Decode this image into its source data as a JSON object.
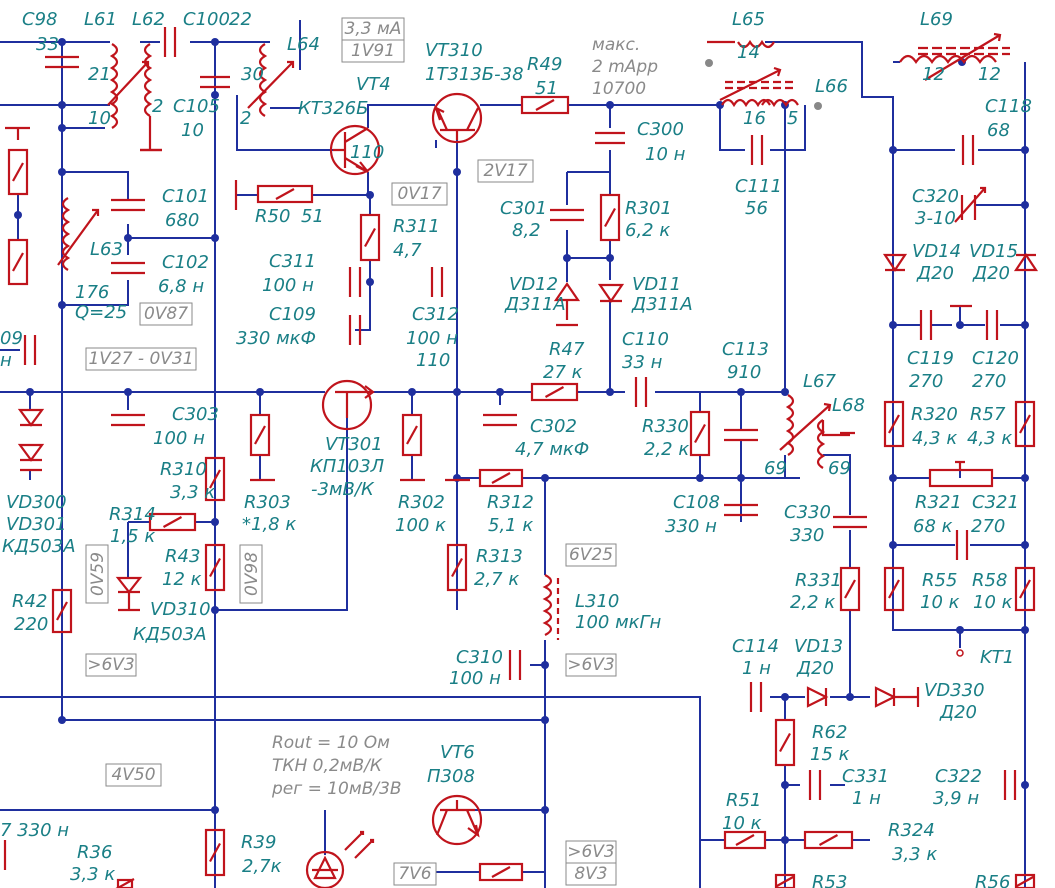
{
  "colors": {
    "wire": "#1f2f9e",
    "component": "#c0141c",
    "label": "#1a7f86",
    "annotation": "#8a8a8a"
  },
  "notes": [
    "макс.",
    "2 mApp",
    "10700",
    "Rout = 10 Ом",
    "ТКН 0,2мВ/К",
    "рег = 10мВ/3В"
  ],
  "labels": [
    "C98",
    "33",
    "L61",
    "L62",
    "C100",
    "22",
    "L64",
    "21",
    "2",
    "30",
    "10",
    "C105",
    "10",
    "2",
    "VT4",
    "КТ326Б",
    "110",
    "VT310",
    "1Т313Б-38",
    "R49",
    "51",
    "L65",
    "14",
    "L66",
    "16",
    "5",
    "L69",
    "12",
    "12",
    "C118",
    "68",
    "C300",
    "10 н",
    "C111",
    "56",
    "C101",
    "680",
    "L63",
    "C102",
    "6,8 н",
    "176",
    "Q=25",
    "R50",
    "51",
    "R311",
    "4,7",
    "C311",
    "100 н",
    "C109",
    "330 мкФ",
    "C301",
    "8,2",
    "R301",
    "6,2 к",
    "VD12",
    "Д311А",
    "VD11",
    "Д311А",
    "C312",
    "100 н",
    "110",
    "C320",
    "3-10",
    "VD14",
    "Д20",
    "VD15",
    "Д20",
    "C119",
    "270",
    "C120",
    "270",
    "C303",
    "100 н",
    "R47",
    "27 к",
    "C110",
    "33 н",
    "C113",
    "910",
    "L67",
    "L68",
    "C302",
    "4,7 мкФ",
    "R330",
    "2,2 к",
    "69",
    "69",
    "R320",
    "4,3 к",
    "R57",
    "4,3 к",
    "R310",
    "3,3 к",
    "R314",
    "1,5 к",
    "R303",
    "*1,8 к",
    "VT301",
    "КП103Л",
    "-3мВ/К",
    "R302",
    "100 к",
    "R312",
    "5,1 к",
    "C108",
    "330 н",
    "C330",
    "330",
    "R321",
    "68 к",
    "C321",
    "270",
    "VD300",
    "VD301",
    "КД503А",
    "R43",
    "12 к",
    "VD310",
    "КД503А",
    "R313",
    "2,7 к",
    "L310",
    "100 мкГн",
    "R331",
    "2,2 к",
    "R55",
    "10 к",
    "R58",
    "10 к",
    "R42",
    "220",
    "C310",
    "100 н",
    "C114",
    "1 н",
    "VD13",
    "Д20",
    "KT1",
    "VD330",
    "Д20",
    "R62",
    "15 к",
    "C331",
    "1 н",
    "C322",
    "3,9 н",
    "VT6",
    "П308",
    "R51",
    "10 к",
    "R324",
    "3,3 к",
    "R39",
    "2,7к",
    "R36",
    "3,3 к",
    "7 330 н",
    "R53",
    "R56",
    "09",
    "н"
  ],
  "annotations": [
    "3,3 мА",
    "1V91",
    "0V17",
    "2V17",
    "0V87",
    "1V27 - 0V31",
    "0V59",
    "0V98",
    "6V25",
    ">6V3",
    ">6V3",
    "4V50",
    ">6V3",
    "8V3",
    "7V6"
  ]
}
